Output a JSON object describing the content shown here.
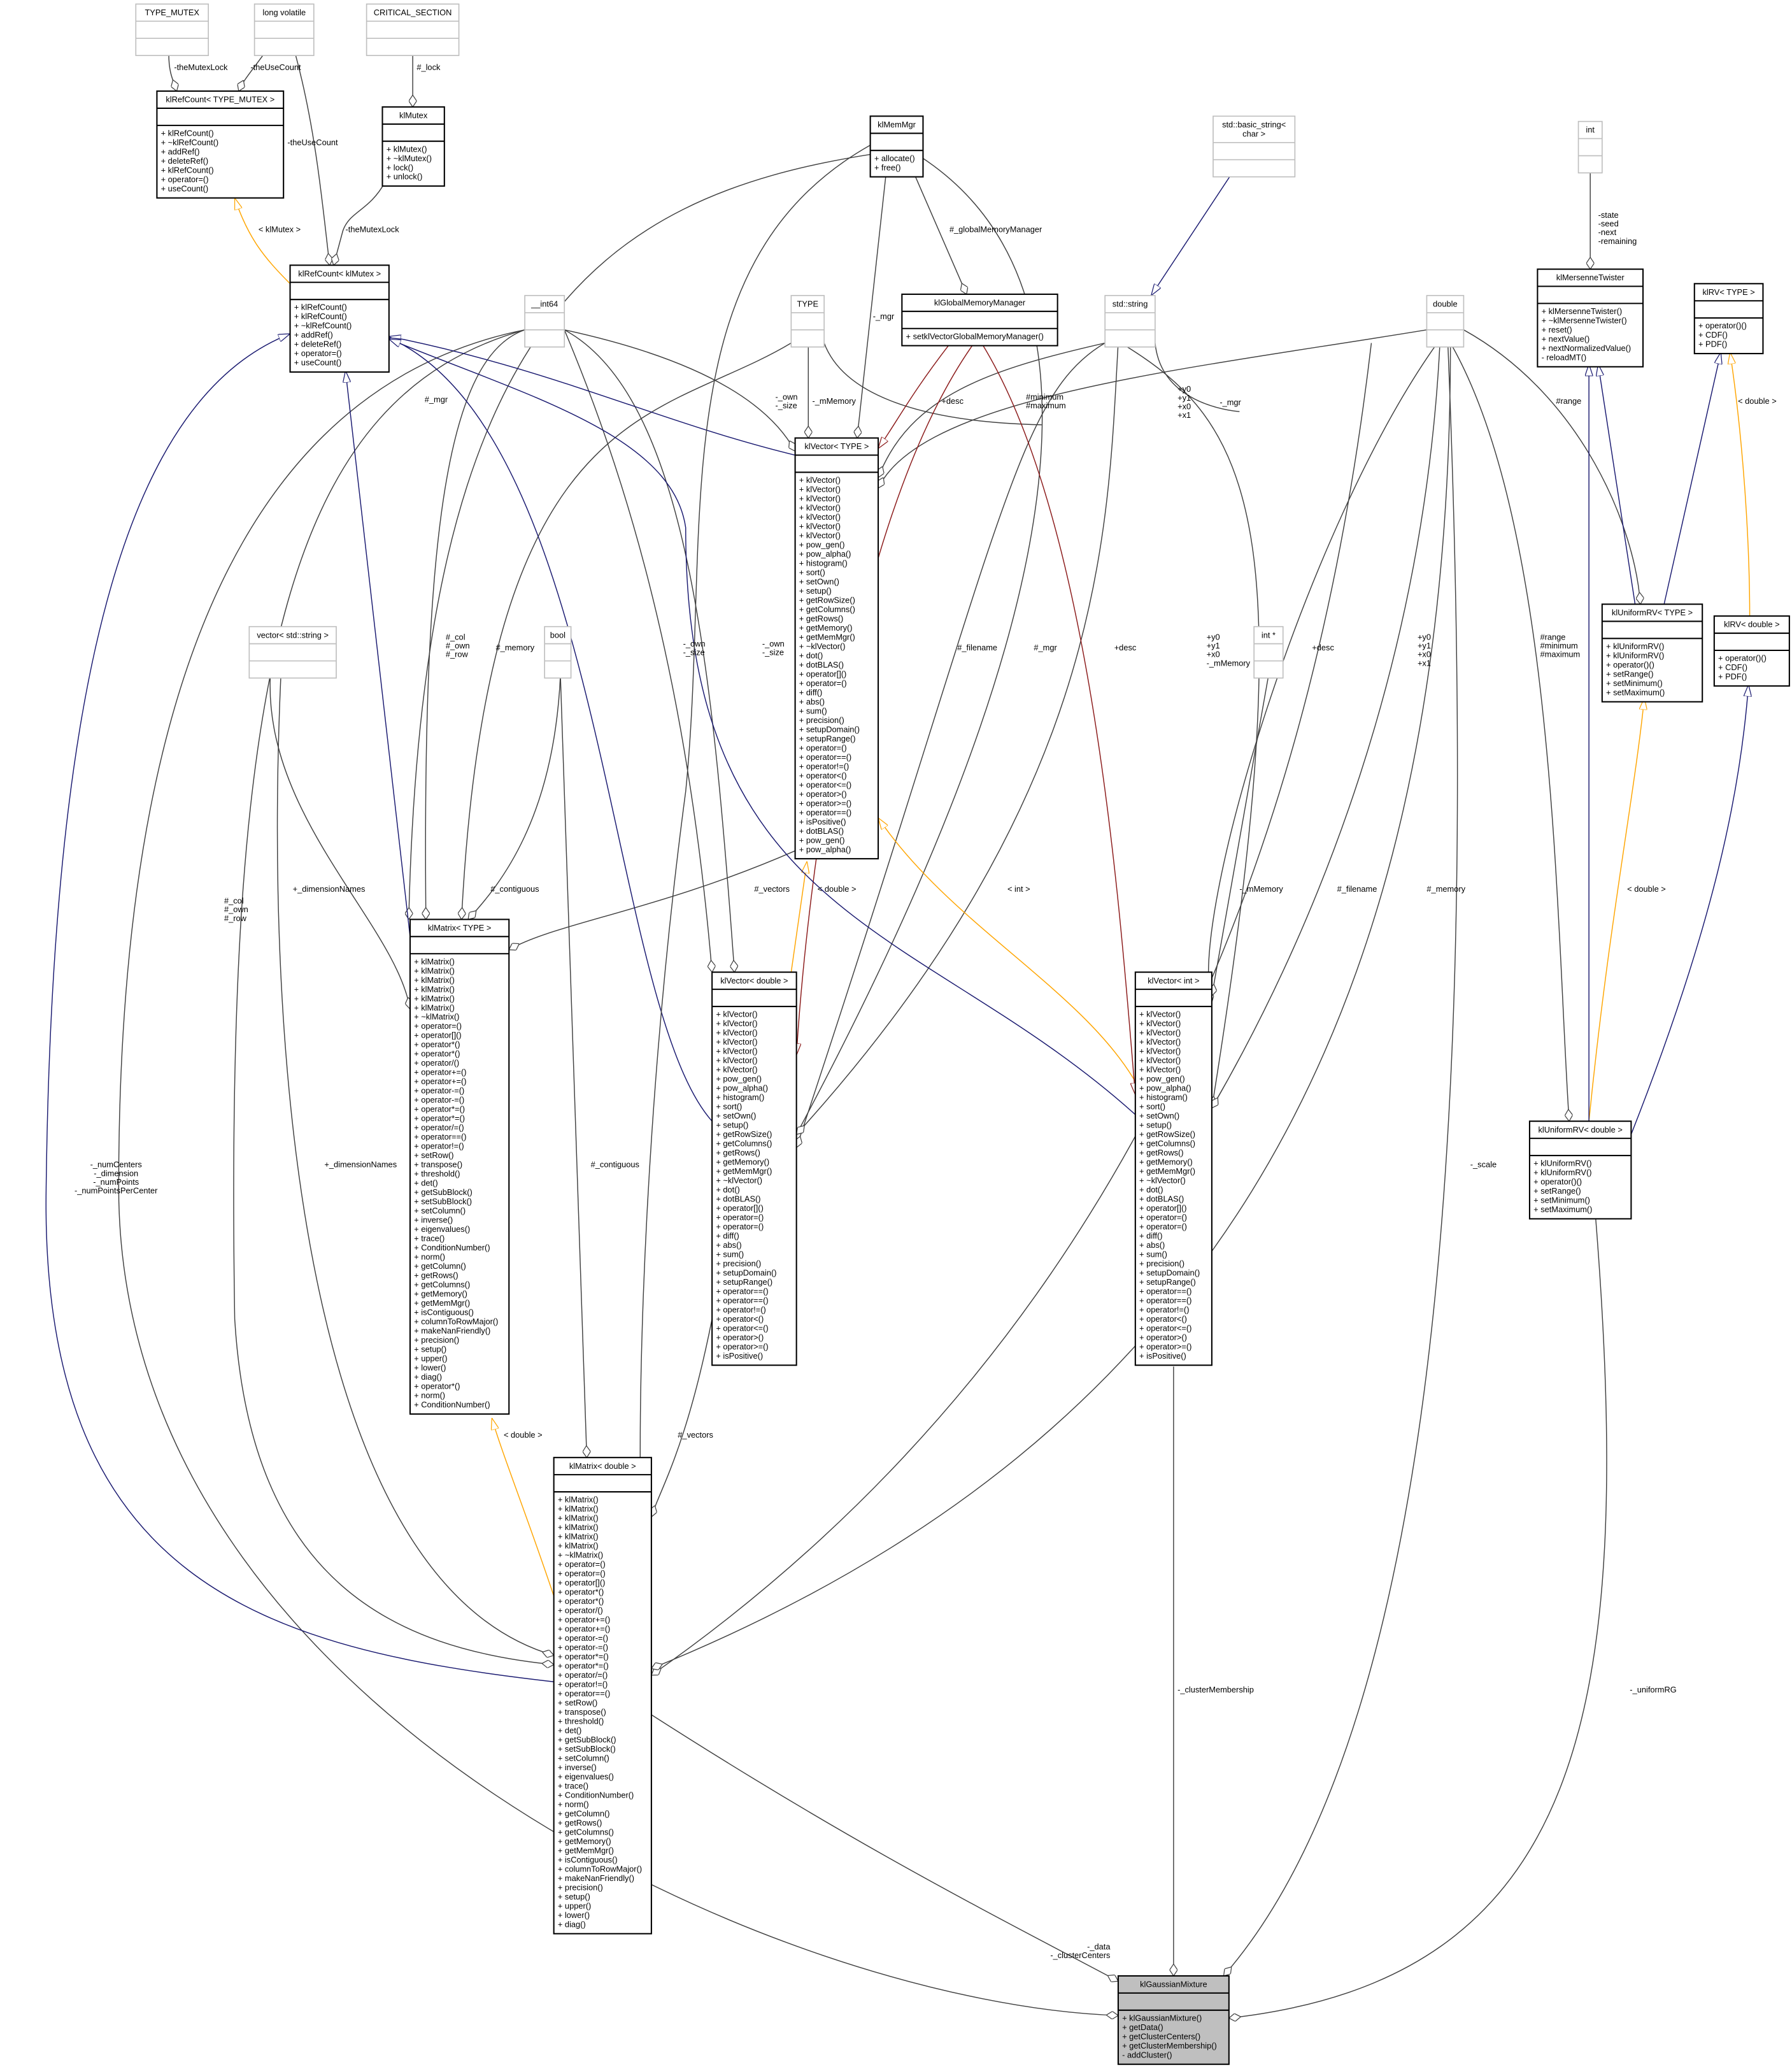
{
  "colors": {
    "inherit": "#191970",
    "usage": "#404040",
    "template": "#ffa500",
    "other": "#8b1a1a",
    "focus_fill": "#bfbfbf",
    "ext_border": "#bfbfbf"
  },
  "nodes": {
    "type_mutex": {
      "title": [
        "TYPE_MUTEX"
      ],
      "methods": []
    },
    "long_volatile": {
      "title": [
        "long volatile"
      ],
      "methods": []
    },
    "critical_section": {
      "title": [
        "CRITICAL_SECTION"
      ],
      "methods": []
    },
    "refcount_type_mutex": {
      "title": [
        "klRefCount< TYPE_MUTEX >"
      ],
      "methods": [
        "+ klRefCount()",
        "+ ~klRefCount()",
        "+ addRef()",
        "+ deleteRef()",
        "+ klRefCount()",
        "+ operator=()",
        "+ useCount()"
      ]
    },
    "klmutex": {
      "title": [
        "klMutex"
      ],
      "methods": [
        "+ klMutex()",
        "+ ~klMutex()",
        "+ lock()",
        "+ unlock()"
      ]
    },
    "klmemmgr": {
      "title": [
        "klMemMgr"
      ],
      "methods": [
        "+ allocate()",
        "+ free()"
      ]
    },
    "basic_string": {
      "title": [
        "std::basic_string<",
        "char >"
      ],
      "methods": []
    },
    "int": {
      "title": [
        "int"
      ],
      "methods": []
    },
    "mersenne": {
      "title": [
        "klMersenneTwister"
      ],
      "methods": [
        "+ klMersenneTwister()",
        "+ ~klMersenneTwister()",
        "+ reset()",
        "+ nextValue()",
        "+ nextNormalizedValue()",
        "- reloadMT()"
      ]
    },
    "refcount_klmutex": {
      "title": [
        "klRefCount< klMutex >"
      ],
      "methods": [
        "+ klRefCount()",
        "+ klRefCount()",
        "+ ~klRefCount()",
        "+ addRef()",
        "+ deleteRef()",
        "+ operator=()",
        "+ useCount()"
      ]
    },
    "int64": {
      "title": [
        "__int64"
      ],
      "methods": []
    },
    "type": {
      "title": [
        "TYPE"
      ],
      "methods": []
    },
    "globalmem": {
      "title": [
        "klGlobalMemoryManager"
      ],
      "methods": [
        "+ setklVectorGlobalMemoryManager()"
      ]
    },
    "string": {
      "title": [
        "std::string"
      ],
      "methods": []
    },
    "double": {
      "title": [
        "double"
      ],
      "methods": []
    },
    "rv_type": {
      "title": [
        "klRV< TYPE >"
      ],
      "methods": [
        "+ operator()()",
        "+ CDF()",
        "+ PDF()"
      ]
    },
    "vector_type": {
      "title": [
        "klVector< TYPE >"
      ],
      "methods": [
        "+ klVector()",
        "+ klVector()",
        "+ klVector()",
        "+ klVector()",
        "+ klVector()",
        "+ klVector()",
        "+ klVector()",
        "+ pow_gen()",
        "+ pow_alpha()",
        "+ histogram()",
        "+ sort()",
        "+ setOwn()",
        "+ setup()",
        "+ getRowSize()",
        "+ getColumns()",
        "+ getRows()",
        "+ getMemory()",
        "+ getMemMgr()",
        "+ ~klVector()",
        "+ dot()",
        "+ dotBLAS()",
        "+ operator[]()",
        "+ operator=()",
        "+ diff()",
        "+ abs()",
        "+ sum()",
        "+ precision()",
        "+ setupDomain()",
        "+ setupRange()",
        "+ operator=()",
        "+ operator==()",
        "+ operator!=()",
        "+ operator<()",
        "+ operator<=()",
        "+ operator>()",
        "+ operator>=()",
        "+ operator==()",
        "+ isPositive()",
        "+ dotBLAS()",
        "+ pow_gen()",
        "+ pow_alpha()"
      ]
    },
    "vector_string": {
      "title": [
        "vector< std::string >"
      ],
      "methods": []
    },
    "bool": {
      "title": [
        "bool"
      ],
      "methods": []
    },
    "int_ptr": {
      "title": [
        "int *"
      ],
      "methods": []
    },
    "uniformrv_type": {
      "title": [
        "klUniformRV< TYPE >"
      ],
      "methods": [
        "+ klUniformRV()",
        "+ klUniformRV()",
        "+ operator()()",
        "+ setRange()",
        "+ setMinimum()",
        "+ setMaximum()"
      ]
    },
    "rv_double": {
      "title": [
        "klRV< double >"
      ],
      "methods": [
        "+ operator()()",
        "+ CDF()",
        "+ PDF()"
      ]
    },
    "matrix_type": {
      "title": [
        "klMatrix< TYPE >"
      ],
      "methods": [
        "+ klMatrix()",
        "+ klMatrix()",
        "+ klMatrix()",
        "+ klMatrix()",
        "+ klMatrix()",
        "+ klMatrix()",
        "+ ~klMatrix()",
        "+ operator=()",
        "+ operator[]()",
        "+ operator*()",
        "+ operator*()",
        "+ operator/()",
        "+ operator+=()",
        "+ operator+=()",
        "+ operator-=()",
        "+ operator-=()",
        "+ operator*=()",
        "+ operator*=()",
        "+ operator/=()",
        "+ operator==()",
        "+ operator!=()",
        "+ setRow()",
        "+ transpose()",
        "+ threshold()",
        "+ det()",
        "+ getSubBlock()",
        "+ setSubBlock()",
        "+ setColumn()",
        "+ inverse()",
        "+ eigenvalues()",
        "+ trace()",
        "+ ConditionNumber()",
        "+ norm()",
        "+ getColumn()",
        "+ getRows()",
        "+ getColumns()",
        "+ getMemory()",
        "+ getMemMgr()",
        "+ isContiguous()",
        "+ columnToRowMajor()",
        "+ makeNanFriendly()",
        "+ precision()",
        "+ setup()",
        "+ upper()",
        "+ lower()",
        "+ diag()",
        "+ operator*()",
        "+ norm()",
        "+ ConditionNumber()"
      ]
    },
    "vector_double": {
      "title": [
        "klVector< double >"
      ],
      "methods": [
        "+ klVector()",
        "+ klVector()",
        "+ klVector()",
        "+ klVector()",
        "+ klVector()",
        "+ klVector()",
        "+ klVector()",
        "+ pow_gen()",
        "+ pow_alpha()",
        "+ histogram()",
        "+ sort()",
        "+ setOwn()",
        "+ setup()",
        "+ getRowSize()",
        "+ getColumns()",
        "+ getRows()",
        "+ getMemory()",
        "+ getMemMgr()",
        "+ ~klVector()",
        "+ dot()",
        "+ dotBLAS()",
        "+ operator[]()",
        "+ operator=()",
        "+ operator=()",
        "+ diff()",
        "+ abs()",
        "+ sum()",
        "+ precision()",
        "+ setupDomain()",
        "+ setupRange()",
        "+ operator==()",
        "+ operator==()",
        "+ operator!=()",
        "+ operator<()",
        "+ operator<=()",
        "+ operator>()",
        "+ operator>=()",
        "+ isPositive()"
      ]
    },
    "vector_int": {
      "title": [
        "klVector< int >"
      ],
      "methods": [
        "+ klVector()",
        "+ klVector()",
        "+ klVector()",
        "+ klVector()",
        "+ klVector()",
        "+ klVector()",
        "+ klVector()",
        "+ pow_gen()",
        "+ pow_alpha()",
        "+ histogram()",
        "+ sort()",
        "+ setOwn()",
        "+ setup()",
        "+ getRowSize()",
        "+ getColumns()",
        "+ getRows()",
        "+ getMemory()",
        "+ getMemMgr()",
        "+ ~klVector()",
        "+ dot()",
        "+ dotBLAS()",
        "+ operator[]()",
        "+ operator=()",
        "+ operator=()",
        "+ diff()",
        "+ abs()",
        "+ sum()",
        "+ precision()",
        "+ setupDomain()",
        "+ setupRange()",
        "+ operator==()",
        "+ operator==()",
        "+ operator!=()",
        "+ operator<()",
        "+ operator<=()",
        "+ operator>()",
        "+ operator>=()",
        "+ isPositive()"
      ]
    },
    "uniformrv_double": {
      "title": [
        "klUniformRV< double >"
      ],
      "methods": [
        "+ klUniformRV()",
        "+ klUniformRV()",
        "+ operator()()",
        "+ setRange()",
        "+ setMinimum()",
        "+ setMaximum()"
      ]
    },
    "matrix_double": {
      "title": [
        "klMatrix< double >"
      ],
      "methods": [
        "+ klMatrix()",
        "+ klMatrix()",
        "+ klMatrix()",
        "+ klMatrix()",
        "+ klMatrix()",
        "+ klMatrix()",
        "+ ~klMatrix()",
        "+ operator=()",
        "+ operator=()",
        "+ operator[]()",
        "+ operator*()",
        "+ operator*()",
        "+ operator/()",
        "+ operator+=()",
        "+ operator+=()",
        "+ operator-=()",
        "+ operator-=()",
        "+ operator*=()",
        "+ operator*=()",
        "+ operator/=()",
        "+ operator!=()",
        "+ operator==()",
        "+ setRow()",
        "+ transpose()",
        "+ threshold()",
        "+ det()",
        "+ getSubBlock()",
        "+ setSubBlock()",
        "+ setColumn()",
        "+ inverse()",
        "+ eigenvalues()",
        "+ trace()",
        "+ ConditionNumber()",
        "+ norm()",
        "+ getColumn()",
        "+ getRows()",
        "+ getColumns()",
        "+ getMemory()",
        "+ getMemMgr()",
        "+ isContiguous()",
        "+ columnToRowMajor()",
        "+ makeNanFriendly()",
        "+ precision()",
        "+ setup()",
        "+ upper()",
        "+ lower()",
        "+ diag()"
      ]
    },
    "gaussian_mixture": {
      "title": [
        "klGaussianMixture"
      ],
      "methods": [
        "+ klGaussianMixture()",
        "+ getData()",
        "+ getClusterCenters()",
        "+ getClusterMembership()",
        "- addCluster()"
      ]
    }
  },
  "edge_labels": {
    "e1": [
      "-theMutexLock"
    ],
    "e2": [
      "-theUseCount"
    ],
    "e3": [
      "-theUseCount"
    ],
    "e4": [
      "#_lock"
    ],
    "e5": [
      "-theMutexLock"
    ],
    "e6": [
      "< klMutex >"
    ],
    "e7": [
      "#_mgr"
    ],
    "e8": [
      "-_mgr"
    ],
    "e9": [
      "#_globalMemoryManager"
    ],
    "e10": [
      "-state",
      "-seed",
      "-next",
      "-remaining"
    ],
    "e11": [
      "-_own",
      "-_size"
    ],
    "e12": [
      "-_mMemory"
    ],
    "e13": [
      "+desc"
    ],
    "e14": [
      "#minimum",
      "#maximum"
    ],
    "e15": [
      "-_mgr"
    ],
    "e16": [
      "+y0",
      "+y1",
      "+x0",
      "+x1"
    ],
    "e17": [
      "#range"
    ],
    "e18": [
      "< double >"
    ],
    "e19": [
      "#_col",
      "#_own",
      "#_row"
    ],
    "e20": [
      "#_memory"
    ],
    "e21": [
      "-_own",
      "-_size"
    ],
    "e22": [
      "-_own",
      "-_size"
    ],
    "e23": [
      "#_filename"
    ],
    "e24": [
      "#_mgr"
    ],
    "e25": [
      "+desc"
    ],
    "e26": [
      "+y0",
      "+y1",
      "+x0",
      "-_mMemory"
    ],
    "e27": [
      "+desc"
    ],
    "e28": [
      "+y0",
      "+y1",
      "+x0",
      "+x1"
    ],
    "e29": [
      "#range",
      "#minimum",
      "#maximum"
    ],
    "e30": [
      "+_dimensionNames"
    ],
    "e31": [
      "#_contiguous"
    ],
    "e32": [
      "#_vectors"
    ],
    "e33": [
      "< double >"
    ],
    "e34": [
      "< int >"
    ],
    "e35": [
      "-_mMemory"
    ],
    "e36": [
      "#_filename"
    ],
    "e37": [
      "#_memory"
    ],
    "e38": [
      "< double >"
    ],
    "e39": [
      "#_col",
      "#_own",
      "#_row"
    ],
    "e40": [
      "+_dimensionNames"
    ],
    "e41": [
      "#_contiguous"
    ],
    "e42": [
      "-_scale"
    ],
    "e43": [
      "-_numCenters",
      "-_dimension",
      "-_numPoints",
      "-_numPointsPerCenter"
    ],
    "e44": [
      "< double >"
    ],
    "e45": [
      "#_vectors"
    ],
    "e46": [
      "-_clusterMembership"
    ],
    "e47": [
      "-_uniformRG"
    ],
    "e48": [
      "-_data",
      "-_clusterCenters"
    ]
  }
}
